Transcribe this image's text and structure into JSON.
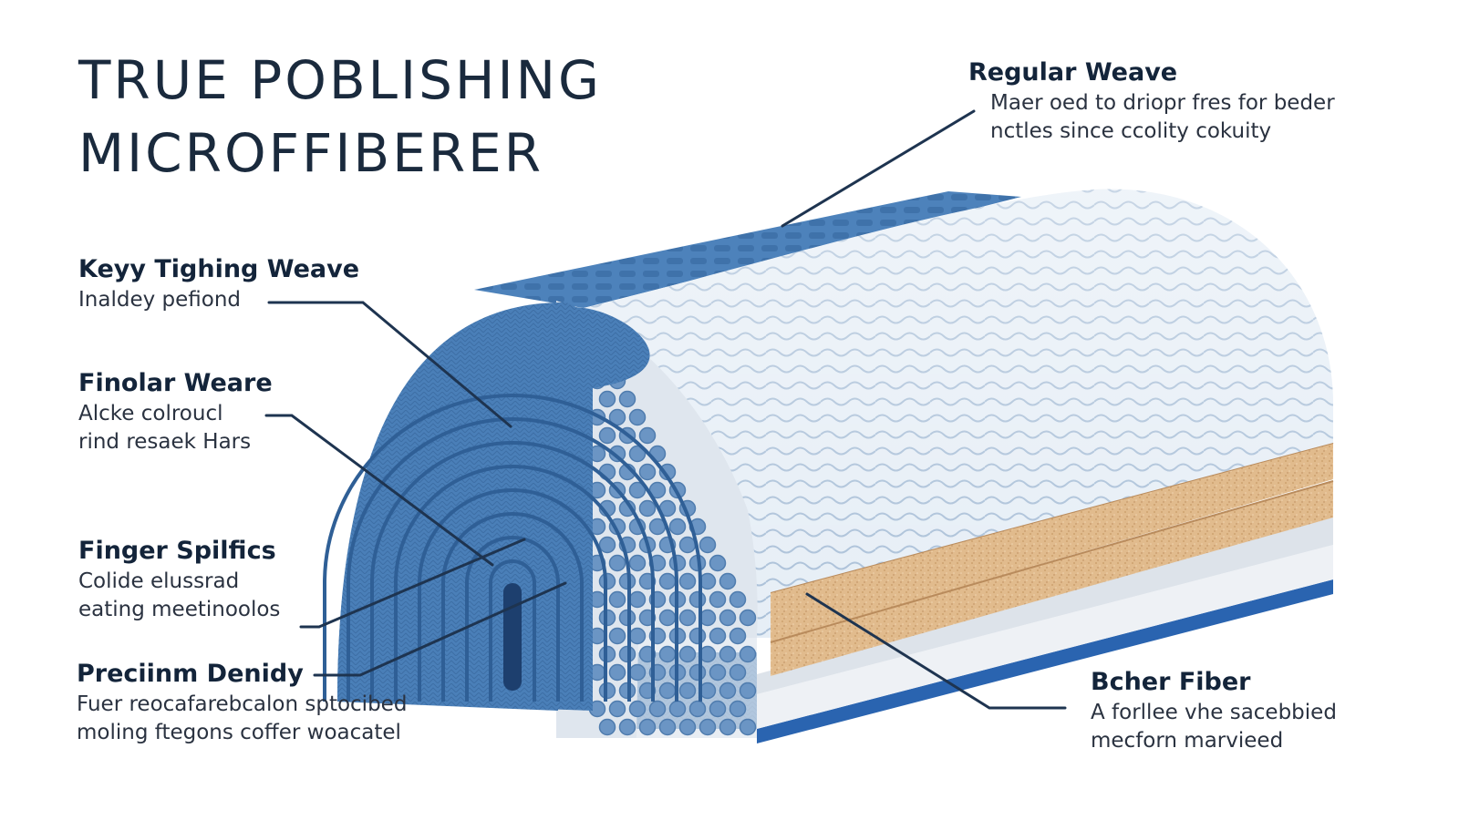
{
  "title": {
    "line1": "TRUE POBLISHING",
    "line2": "MICROFFIBERER"
  },
  "callouts": {
    "regular_weave": {
      "heading": "Regular Weave",
      "lines": [
        "Maer oed to driopr fres for beder",
        "nctles since ccolity cokuity"
      ]
    },
    "keyy_tighing": {
      "heading": "Keyy Tighing Weave",
      "lines": [
        "Inaldey pefiond"
      ]
    },
    "finolar_weare": {
      "heading": "Finolar Weare",
      "lines": [
        "Alcke colroucl",
        "rind resaek Hars"
      ]
    },
    "finger_spilfics": {
      "heading": "Finger Spilfics",
      "lines": [
        "Colide elussrad",
        "eating meetinoolos"
      ]
    },
    "preciinm_denidy": {
      "heading": "Preciinm Denidy",
      "lines": [
        "Fuer reocafarebcalon sptocibed",
        "moling ftegons coffer woacatel"
      ]
    },
    "bcher_fiber": {
      "heading": "Bcher Fiber",
      "lines": [
        "A forllee vhe sacebbied",
        "mecforn marvieed"
      ]
    }
  },
  "colors": {
    "navy": "#1a2a3d",
    "weave_blue": "#4a7fb8",
    "dot_blue": "#6b95c4",
    "surface_white": "#e4edf5",
    "foam_tan": "#e0b98a",
    "base_blue": "#2a64b0",
    "leader_line": "#1e3450"
  }
}
